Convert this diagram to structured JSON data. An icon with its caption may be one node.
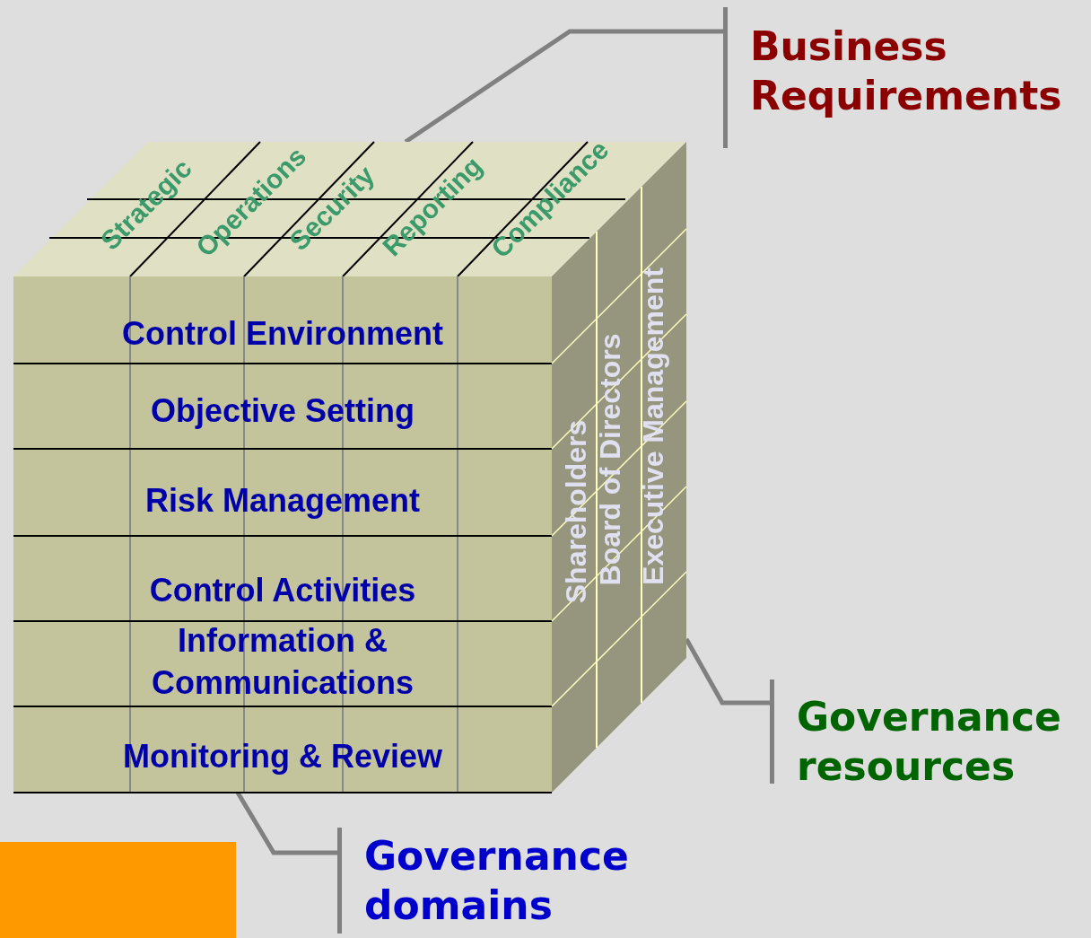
{
  "diagram": {
    "nodes": [
      {
        "text": [
          "Business Requirements"
        ]
      },
      {
        "text": [
          "Strategic",
          "Operations",
          "Security",
          "Reporting",
          "Compliance"
        ]
      },
      {
        "text": [
          "Control Environment",
          "Objective Setting",
          "Risk Management",
          "Control Activities",
          "Information & Communications",
          "Monitoring & Review"
        ]
      },
      {
        "text": [
          "Shareholders",
          "Board of Directors",
          "Executive Management"
        ]
      },
      {
        "text": [
          "Governance resources"
        ]
      },
      {
        "text": [
          "Governance domains"
        ]
      },
      {
        "text": [],
        "shape": "box"
      }
    ],
    "edges": [
      {
        "from": 0,
        "to": 1,
        "arrow": "none"
      },
      {
        "from": 4,
        "to": 3,
        "arrow": "none"
      },
      {
        "from": 5,
        "to": 2,
        "arrow": "none"
      }
    ]
  }
}
